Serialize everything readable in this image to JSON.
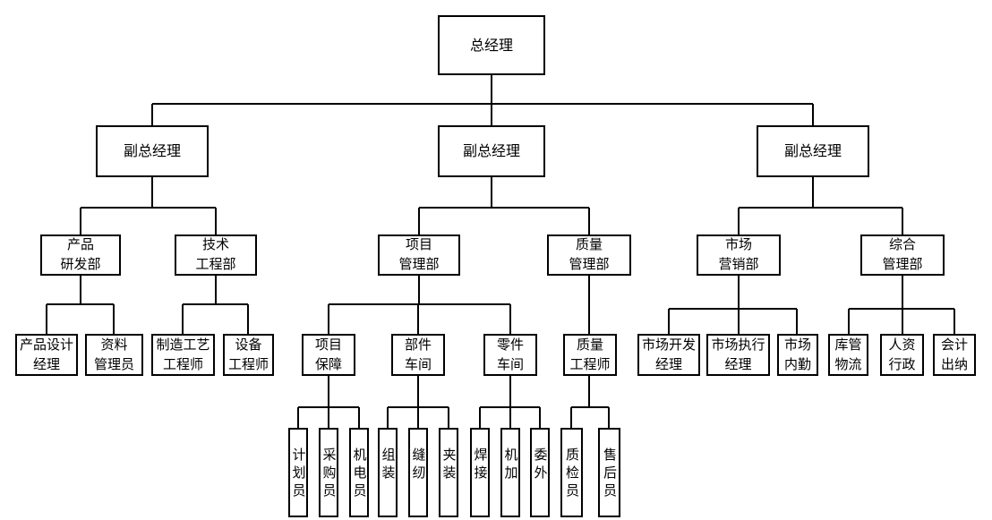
{
  "org": {
    "root": {
      "label": "总经理"
    },
    "vps": [
      {
        "label": "副总经理"
      },
      {
        "label": "副总经理"
      },
      {
        "label": "副总经理"
      }
    ],
    "departments": [
      {
        "label": "产品\n研发部"
      },
      {
        "label": "技术\n工程部"
      },
      {
        "label": "项目\n管理部"
      },
      {
        "label": "质量\n管理部"
      },
      {
        "label": "市场\n营销部"
      },
      {
        "label": "综合\n管理部"
      }
    ],
    "units": [
      {
        "label": "产品设计\n经理"
      },
      {
        "label": "资料\n管理员"
      },
      {
        "label": "制造工艺\n工程师"
      },
      {
        "label": "设备\n工程师"
      },
      {
        "label": "项目\n保障"
      },
      {
        "label": "部件\n车间"
      },
      {
        "label": "零件\n车间"
      },
      {
        "label": "质量\n工程师"
      },
      {
        "label": "市场开发\n经理"
      },
      {
        "label": "市场执行\n经理"
      },
      {
        "label": "市场\n内勤"
      },
      {
        "label": "库管\n物流"
      },
      {
        "label": "人资\n行政"
      },
      {
        "label": "会计\n出纳"
      }
    ],
    "teams": [
      {
        "label": "计划员"
      },
      {
        "label": "采购员"
      },
      {
        "label": "机电员"
      },
      {
        "label": "组装"
      },
      {
        "label": "缝纫"
      },
      {
        "label": "夹装"
      },
      {
        "label": "焊接"
      },
      {
        "label": "机加"
      },
      {
        "label": "委外"
      },
      {
        "label": "质检员"
      },
      {
        "label": "售后员"
      }
    ]
  }
}
